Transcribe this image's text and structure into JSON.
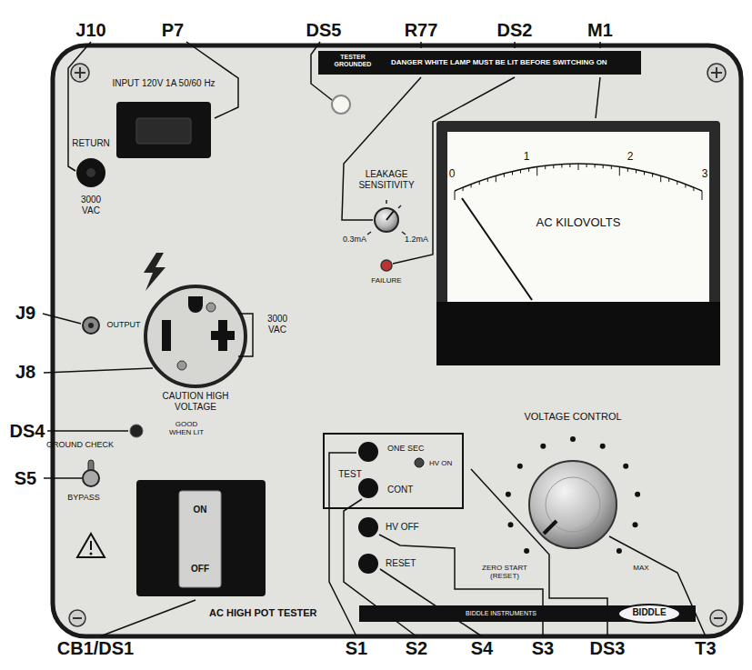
{
  "diagram": {
    "nodes": [
      {
        "text": [
          "TESTER GROUNDED",
          "DANGER WHITE LAMP MUST BE LIT BEFORE SWITCHING ON"
        ]
      },
      {
        "text": [
          "INPUT 120V 1A 50/60 Hz"
        ]
      },
      {
        "text": [
          "0",
          "1",
          "2",
          "3",
          "AC KILOVOLTS"
        ]
      },
      {
        "text": [
          "TEST",
          "ONE SEC",
          "CONT",
          "HV ON"
        ]
      },
      {
        "text": [
          "ON",
          "OFF"
        ]
      },
      {
        "text": [
          "AC HIGH POT TESTER",
          "BIDDLE INSTRUMENTS",
          "BIDDLE"
        ]
      }
    ],
    "labels": [
      "J10",
      "P7",
      "DS5",
      "R77",
      "DS2",
      "M1",
      "J9",
      "J8",
      "DS4",
      "S5",
      "CB1/DS1",
      "S1",
      "S2",
      "S4",
      "S3",
      "DS3",
      "T3",
      "RETURN",
      "3000 VAC",
      "OUTPUT",
      "3000 VAC",
      "CAUTION HIGH VOLTAGE",
      "LEAKAGE SENSITIVITY",
      "0.3mA",
      "1.2mA",
      "FAILURE",
      "GROUND CHECK",
      "GOOD WHEN LIT",
      "BYPASS",
      "HV OFF",
      "RESET",
      "VOLTAGE CONTROL",
      "ZERO START (RESET)",
      "MAX"
    ]
  }
}
